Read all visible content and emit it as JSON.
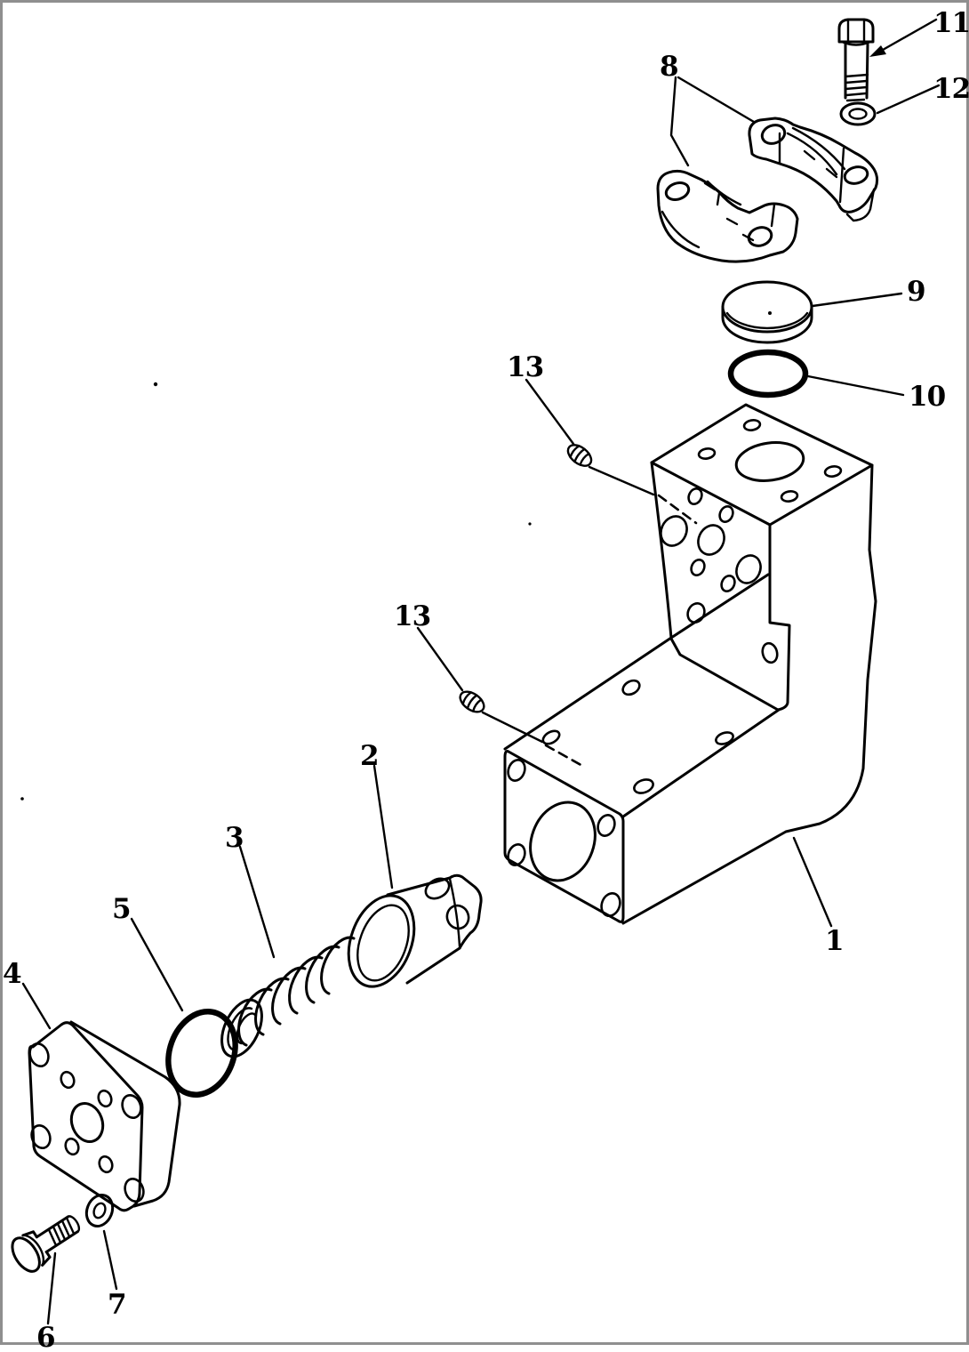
{
  "figure": {
    "type": "exploded-parts-diagram",
    "background": "#ffffff",
    "line_color": "#000000",
    "frame_color": "#8f8f8f",
    "label_color": "#000000",
    "part_numbers_shown": [
      "1",
      "2",
      "3",
      "4",
      "5",
      "6",
      "7",
      "8",
      "9",
      "10",
      "11",
      "12",
      "13"
    ]
  },
  "callouts": {
    "c1": "1",
    "c2": "2",
    "c3": "3",
    "c4": "4",
    "c5": "5",
    "c6": "6",
    "c7": "7",
    "c8": "8",
    "c9": "9",
    "c10": "10",
    "c11": "11",
    "c12": "12",
    "c13a": "13",
    "c13b": "13"
  }
}
